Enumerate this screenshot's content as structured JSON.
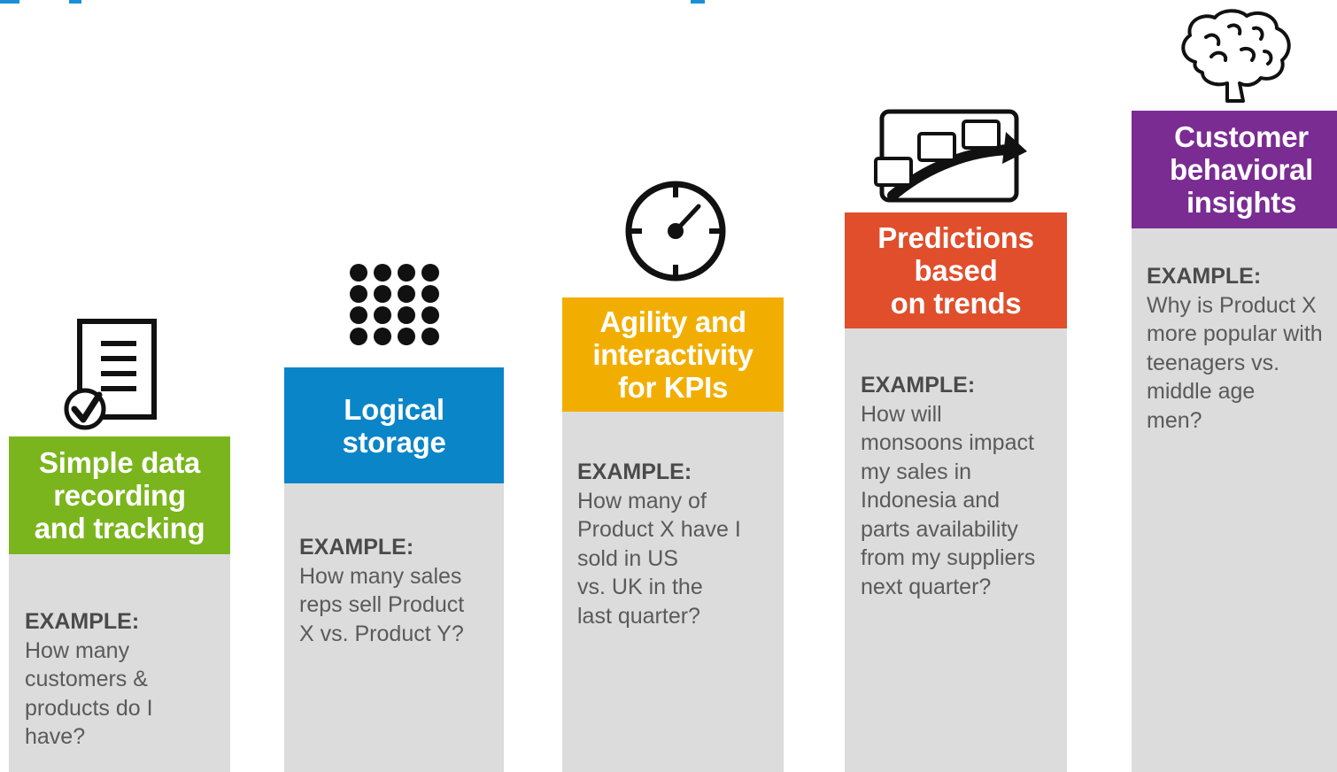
{
  "stages": [
    {
      "title": "Simple data\nrecording\nand tracking",
      "example_label": "EXAMPLE:",
      "question": "How many\ncustomers &\nproducts do I\nhave?",
      "color": "#7ab51d",
      "icon": "checklist-icon"
    },
    {
      "title": "Logical\nstorage",
      "example_label": "EXAMPLE:",
      "question": "How many sales\nreps sell Product\nX vs. Product Y?",
      "color": "#0a85c8",
      "icon": "dot-grid-icon"
    },
    {
      "title": "Agility and\ninteractivity\nfor KPIs",
      "example_label": "EXAMPLE:",
      "question": "How many of\nProduct X have   I\nsold in US\nvs. UK in the\nlast quarter?",
      "color": "#f2ae00",
      "icon": "gauge-icon"
    },
    {
      "title": "Predictions\nbased\non trends",
      "example_label": "EXAMPLE:",
      "question": "How will\nmonsoons impact\nmy   sales in\nIndonesia and\nparts availability\nfrom my suppliers\nnext quarter?",
      "color": "#e04e2c",
      "icon": "trend-arrow-icon"
    },
    {
      "title": "Customer\nbehavioral\ninsights",
      "example_label": "EXAMPLE:",
      "question": "Why is Product  X\nmore popular with\nteenagers vs.\nmiddle        age\nmen?",
      "color": "#7a2c93",
      "icon": "brain-icon"
    }
  ]
}
